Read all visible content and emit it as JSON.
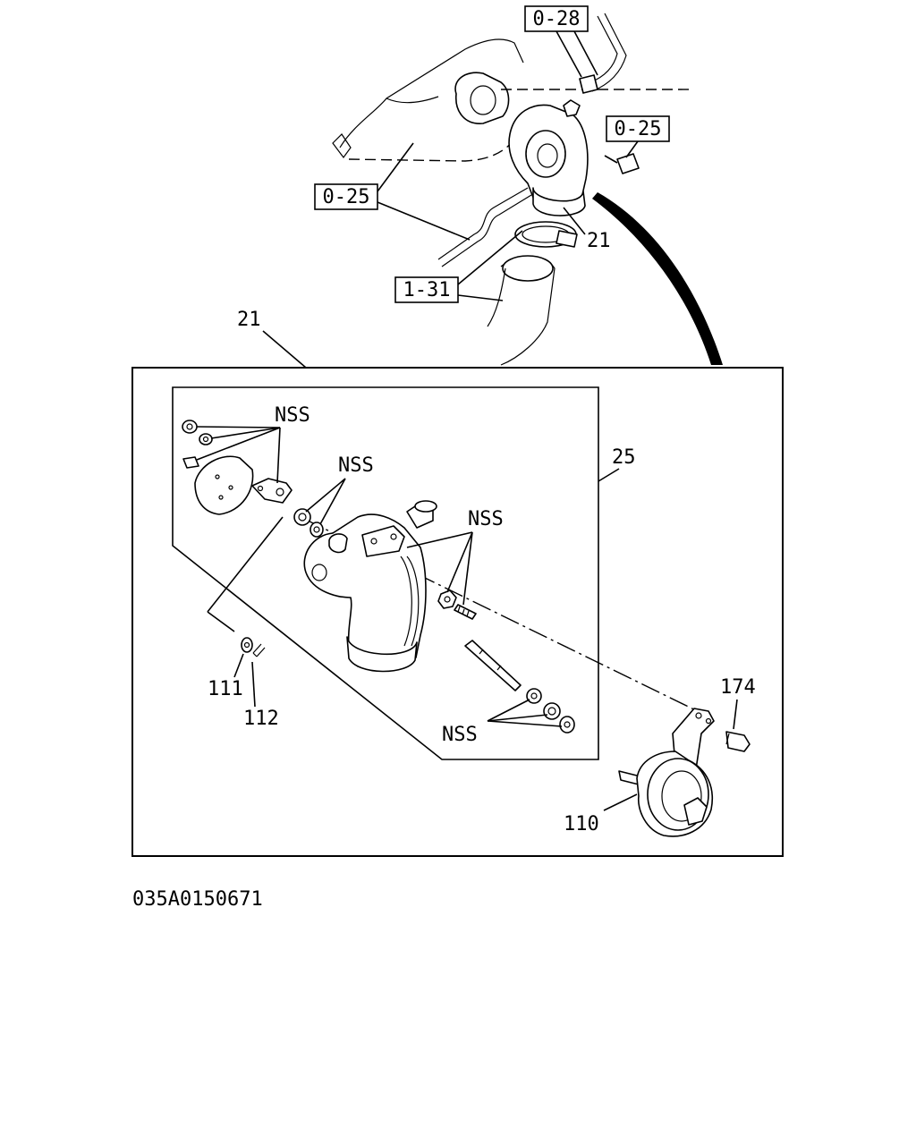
{
  "labels": {
    "ref_0_28": "0-28",
    "ref_0_25_right": "0-25",
    "ref_0_25_left": "0-25",
    "ref_1_31": "1-31",
    "part_21_top": "21",
    "part_21_box": "21",
    "part_25": "25",
    "nss_1": "NSS",
    "nss_2": "NSS",
    "nss_3": "NSS",
    "nss_4": "NSS",
    "part_111": "111",
    "part_112": "112",
    "part_174": "174",
    "part_110": "110"
  },
  "diagram_code": "035A0150671"
}
